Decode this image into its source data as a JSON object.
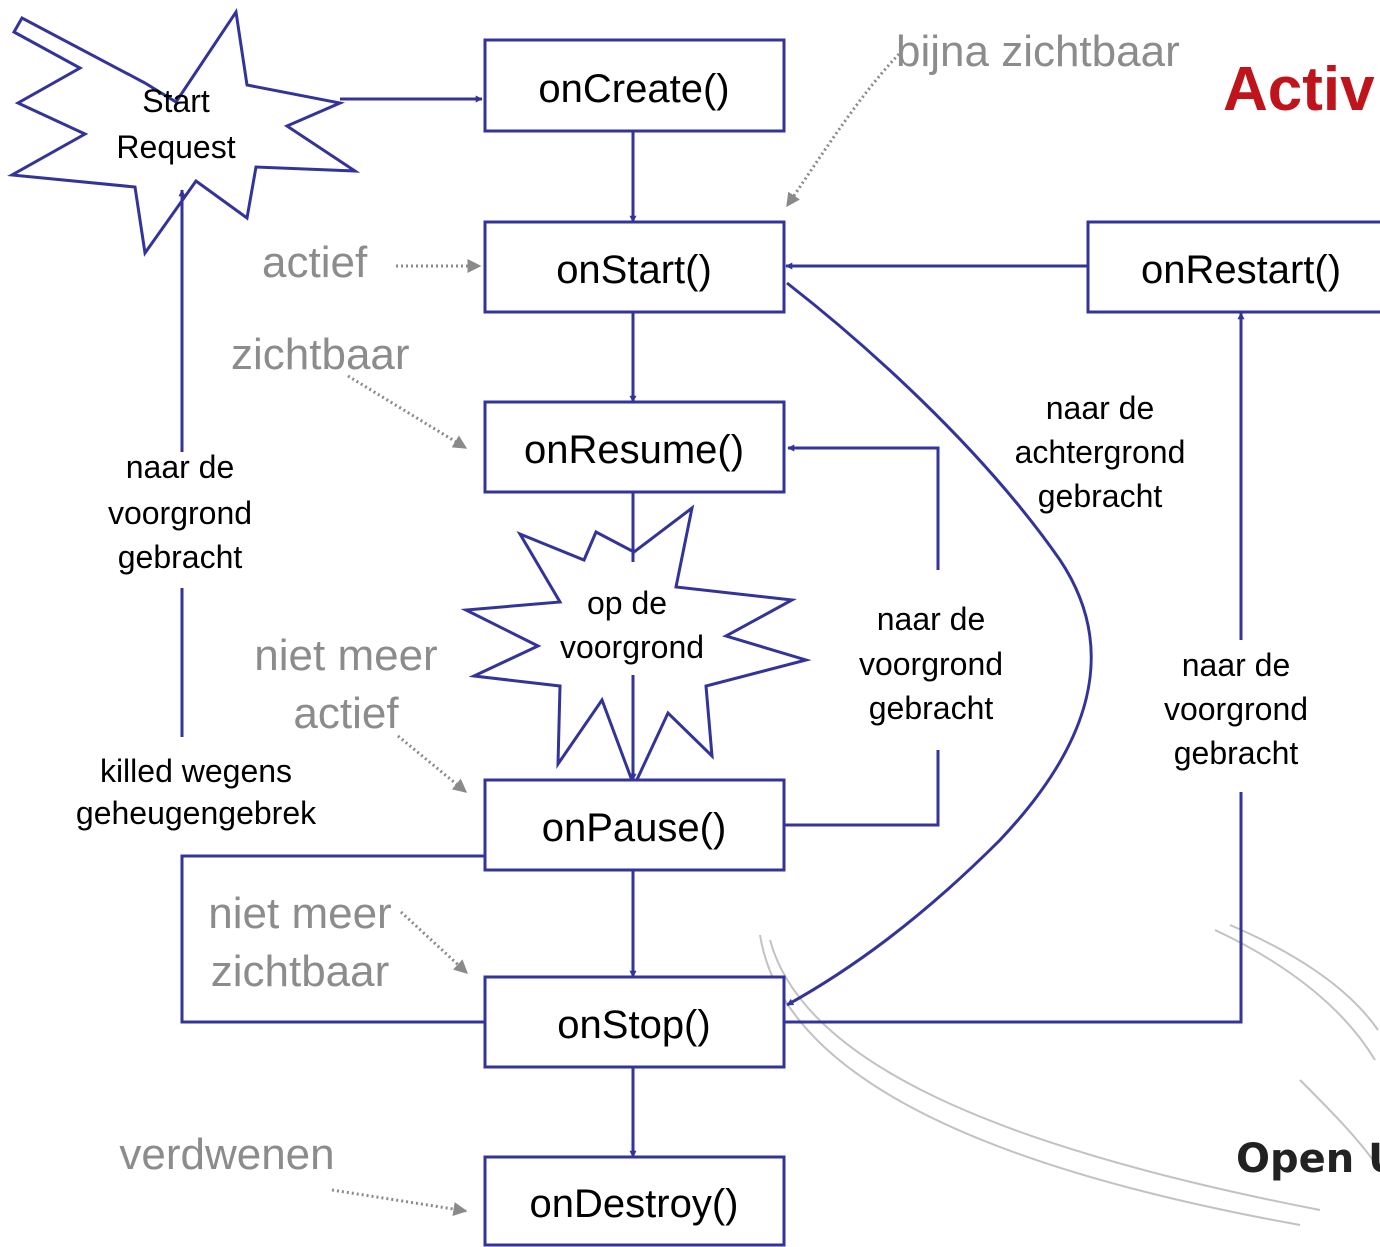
{
  "title": "Activ",
  "brand": "Open U",
  "boxes": {
    "oncreate": "onCreate()",
    "onstart": "onStart()",
    "onresume": "onResume()",
    "onpause": "onPause()",
    "onstop": "onStop()",
    "ondestroy": "onDestroy()",
    "onrestart": "onRestart()"
  },
  "stars": {
    "start_request": [
      "Start",
      "Request"
    ],
    "foreground": [
      "op de",
      "voorgrond"
    ]
  },
  "states": {
    "almost_visible": "bijna zichtbaar",
    "active": "actief",
    "visible": "zichtbaar",
    "no_longer_active": [
      "niet meer",
      "actief"
    ],
    "no_longer_visible": [
      "niet meer",
      "zichtbaar"
    ],
    "gone": "verdwenen"
  },
  "transitions": {
    "left_foreground": [
      "naar de",
      "voorgrond",
      "gebracht"
    ],
    "killed": [
      "killed wegens",
      "geheugengebrek"
    ],
    "mid_foreground": [
      "naar de",
      "voorgrond",
      "gebracht"
    ],
    "background": [
      "naar de",
      "achtergrond",
      "gebracht"
    ],
    "right_foreground": [
      "naar de",
      "voorgrond",
      "gebracht"
    ]
  },
  "colors": {
    "box_stroke": "#33339a",
    "title": "#c0141c",
    "state_text": "#8c8c8c"
  }
}
